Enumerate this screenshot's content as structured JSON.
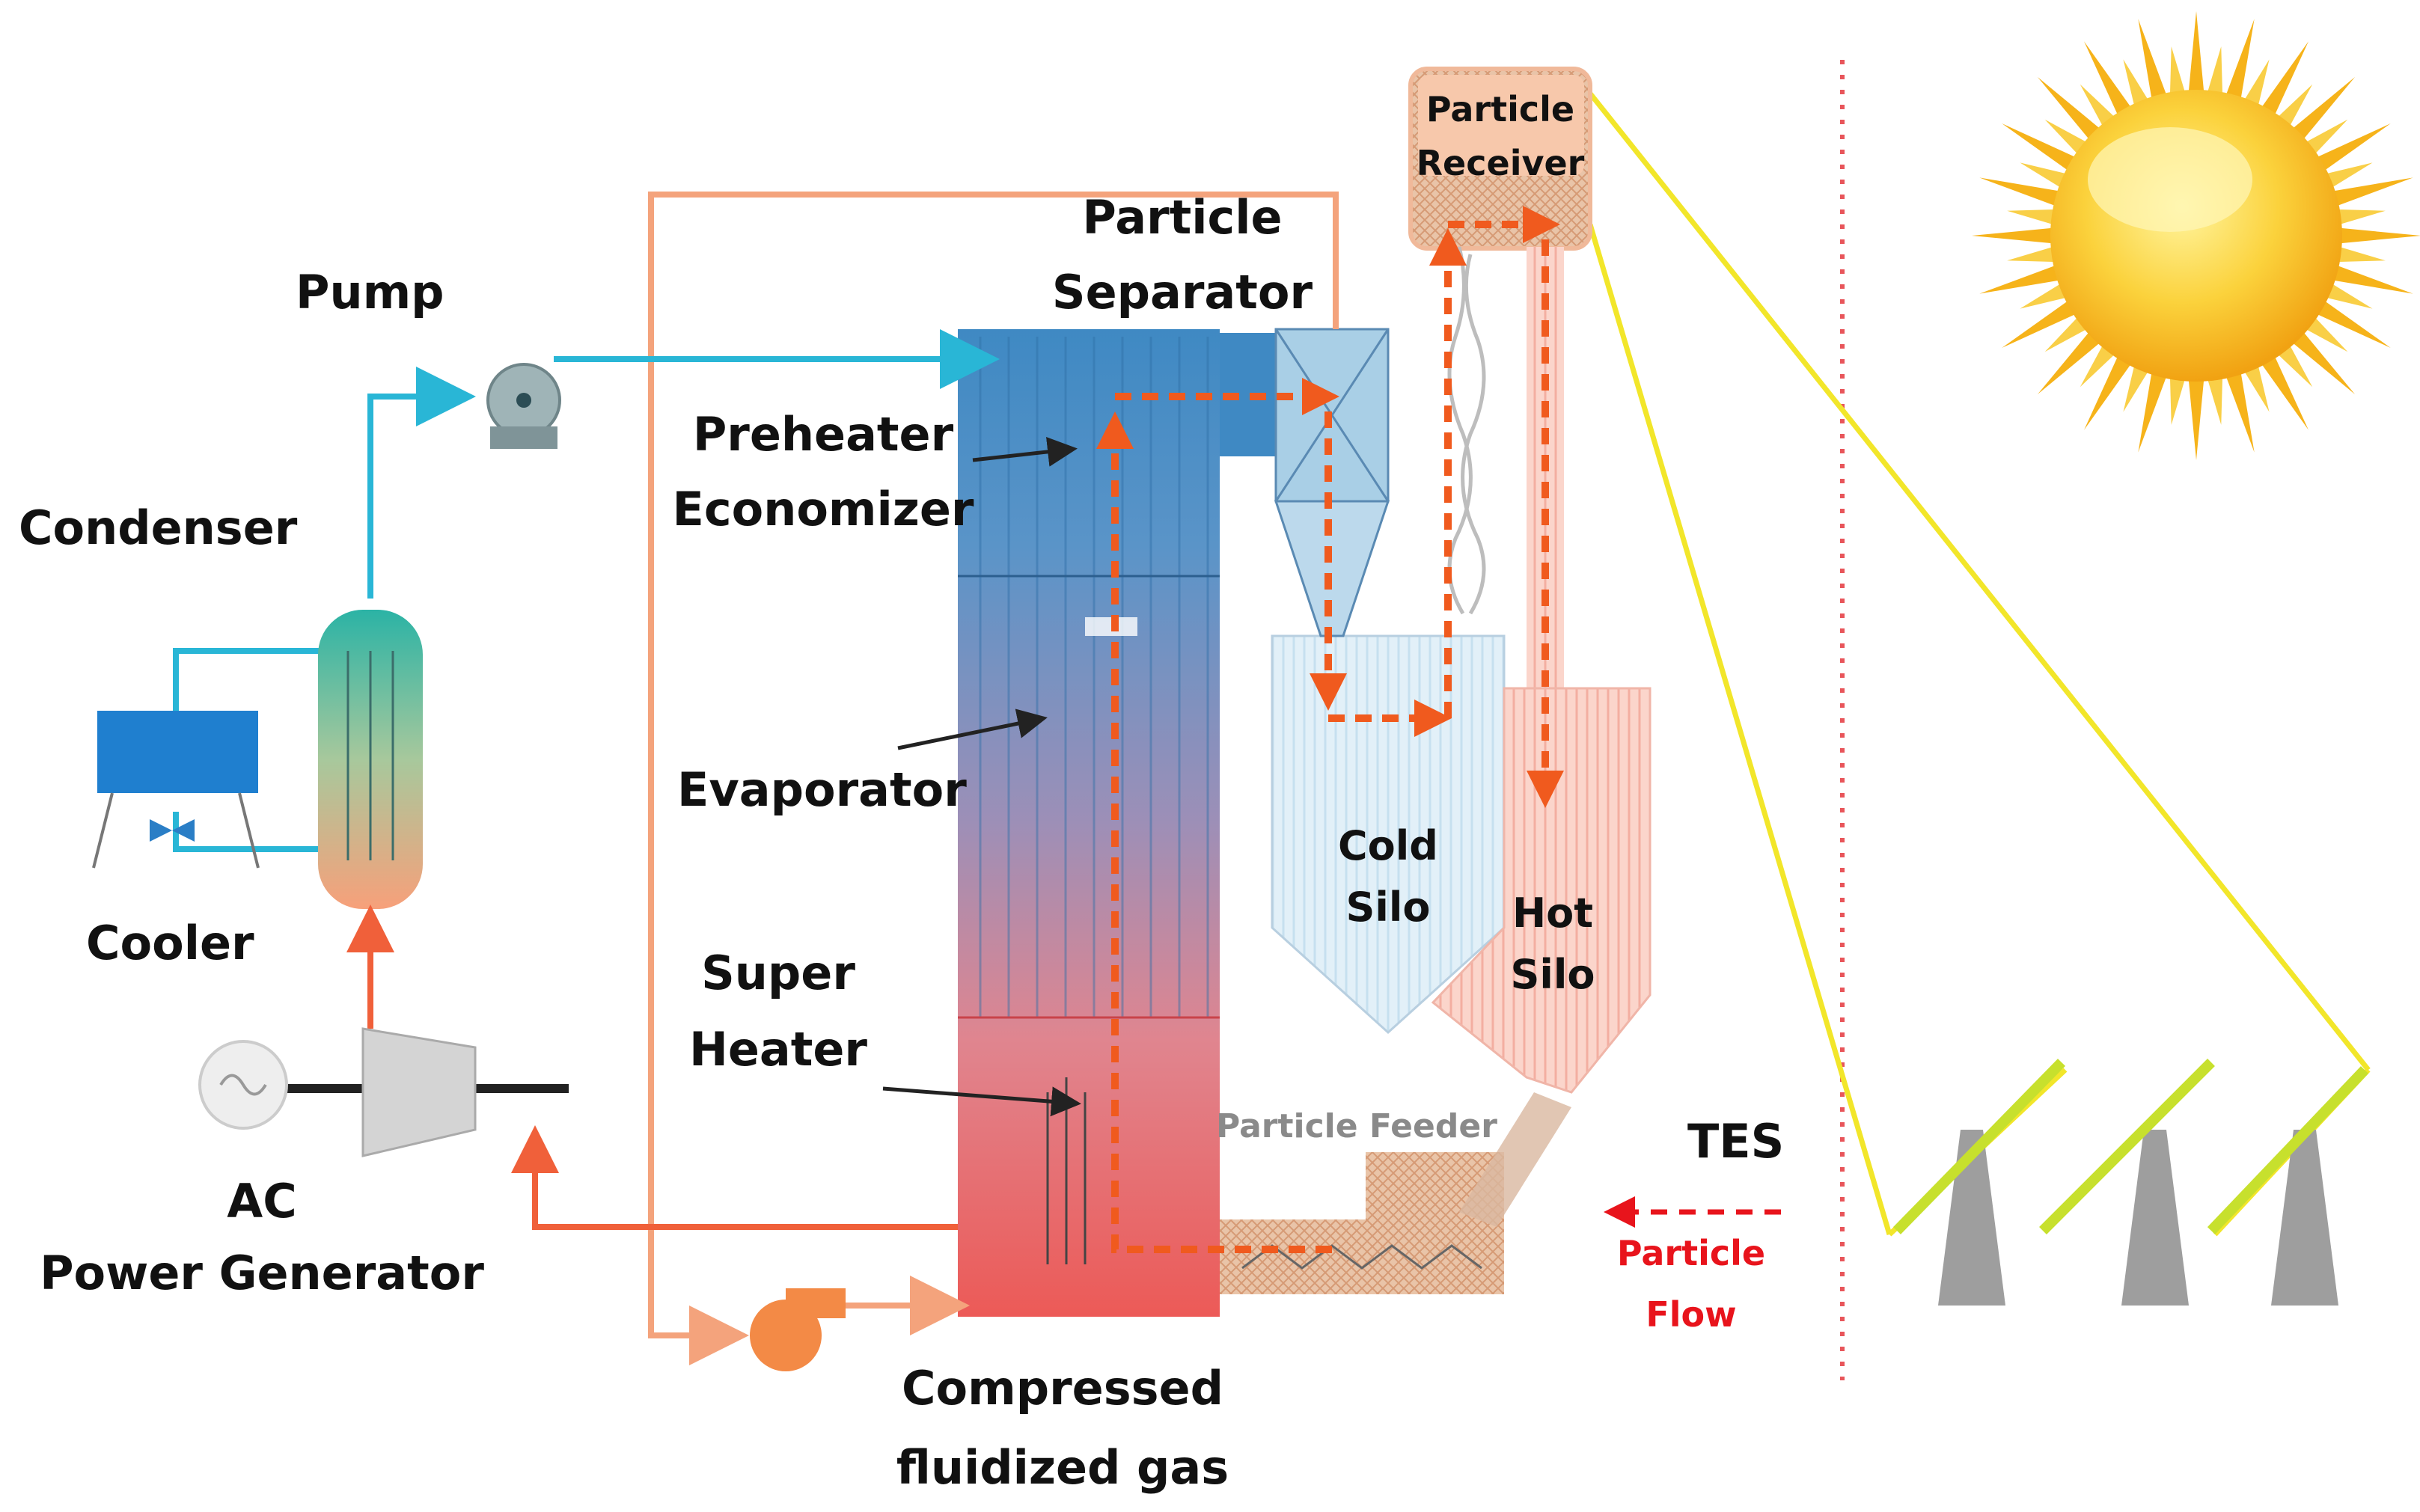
{
  "labels": {
    "pump": "Pump",
    "condenser": "Condenser",
    "cooler": "Cooler",
    "ac_generator_1": "AC",
    "ac_generator_2": "Power Generator",
    "preheater_1": "Preheater",
    "preheater_2": "Economizer",
    "evaporator": "Evaporator",
    "super_heater_1": "Super",
    "super_heater_2": "Heater",
    "particle_separator_1": "Particle",
    "particle_separator_2": "Separator",
    "particle_receiver_1": "Particle",
    "particle_receiver_2": "Receiver",
    "cold_silo_1": "Cold",
    "cold_silo_2": "Silo",
    "hot_silo_1": "Hot",
    "hot_silo_2": "Silo",
    "particle_feeder": "Particle Feeder",
    "compressed_gas_1": "Compressed",
    "compressed_gas_2": "fluidized gas",
    "tes": "TES",
    "legend_particle": "Particle",
    "legend_flow": "Flow"
  },
  "colors": {
    "water_line": "#29b6d6",
    "gas_line": "#f4a37c",
    "hot_line": "#f0603a",
    "particle_flow": "#f05a1e",
    "mirror_ray": "#f2e62a",
    "divider": "#e8555a",
    "sun": "#f6b31a"
  }
}
